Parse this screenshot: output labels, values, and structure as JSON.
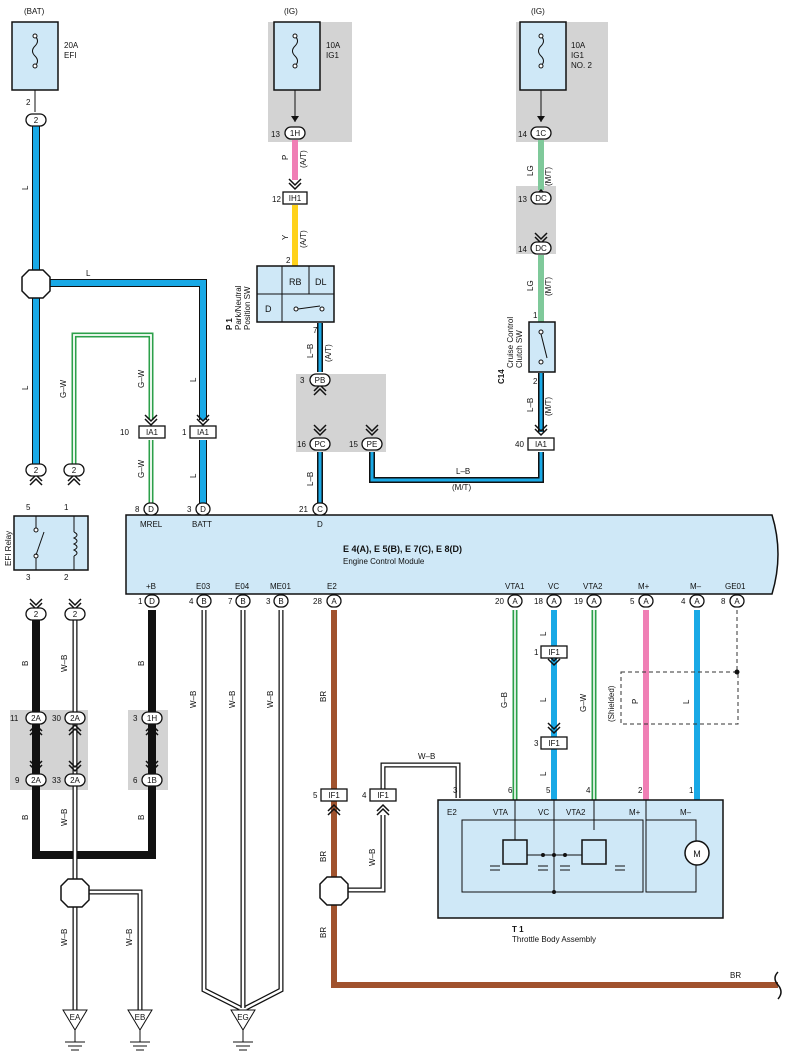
{
  "power": {
    "bat": {
      "source": "(BAT)",
      "amp": "20A",
      "name": "EFI"
    },
    "ig1": {
      "source": "(IG)",
      "amp": "10A",
      "name": "IG1"
    },
    "ig2": {
      "source": "(IG)",
      "amp": "10A",
      "name1": "IG1",
      "name2": "NO. 2"
    }
  },
  "wire_colors": {
    "L": "#19a9e6",
    "P": "#f07fb5",
    "Y": "#ffd21a",
    "LG": "#7fc99a",
    "B": "#111111",
    "BR": "#a0522d",
    "GW": "#2ca04a",
    "WB": "#ffffff",
    "connector_fill": "#cfe8f7",
    "gray_box": "#d3d3d3"
  },
  "wires": {
    "L": "L",
    "P": "P",
    "Y": "Y",
    "LG": "LG",
    "B": "B",
    "BR": "BR",
    "GW": "G–W",
    "WB": "W–B",
    "LB": "L–B",
    "GB": "G–B",
    "at": "(A/T)",
    "mt": "(M/T)",
    "shielded": "(Shielded)"
  },
  "pins": {
    "p2": "2",
    "p13": "13",
    "p12": "12",
    "p14": "14",
    "p7": "7",
    "p3": "3",
    "p16": "16",
    "p15": "15",
    "p1": "1",
    "p40": "40",
    "p10": "10",
    "p21": "21",
    "p8": "8",
    "p5": "5",
    "p4": "4",
    "p28": "28",
    "p20": "20",
    "p18": "18",
    "p19": "19",
    "p11": "11",
    "p30": "30",
    "p9": "9",
    "p33": "33",
    "p6": "6"
  },
  "connectors": {
    "c2": "2",
    "c1H": "1H",
    "c1C": "1C",
    "cDC": "DC",
    "cPB": "PB",
    "cPC": "PC",
    "cPE": "PE",
    "cC": "C",
    "cD": "D",
    "cB": "B",
    "cA": "A",
    "c2A": "2A",
    "c1B": "1B",
    "IH1": "IH1",
    "IA1": "IA1",
    "IF1": "IF1"
  },
  "park_sw": {
    "code": "P 1",
    "name1": "Park/Neutral",
    "name2": "Position SW",
    "rb": "RB",
    "dl": "DL",
    "d": "D"
  },
  "cruise_sw": {
    "code": "C14",
    "name1": "Cruise Control",
    "name2": "Clutch SW"
  },
  "efi_relay": {
    "name": "EFI Relay"
  },
  "ecm": {
    "code": "E 4(A), E 5(B), E 7(C), E 8(D)",
    "name": "Engine Control Module",
    "top_pins": {
      "mrel": "MREL",
      "batt": "BATT",
      "d": "D"
    },
    "bottom_pins": {
      "b": "+B",
      "e03": "E03",
      "e04": "E04",
      "me01": "ME01",
      "e2": "E2",
      "vta1": "VTA1",
      "vc": "VC",
      "vta2": "VTA2",
      "mp": "M+",
      "mm": "M–",
      "ge01": "GE01"
    }
  },
  "throttle": {
    "code": "T 1",
    "name": "Throttle Body Assembly",
    "pins": {
      "e2": "E2",
      "vta": "VTA",
      "vc": "VC",
      "vta2": "VTA2",
      "mp": "M+",
      "mm": "M–"
    },
    "motor": "M"
  },
  "grounds": {
    "ea": "EA",
    "eb": "EB",
    "eg": "EG"
  }
}
